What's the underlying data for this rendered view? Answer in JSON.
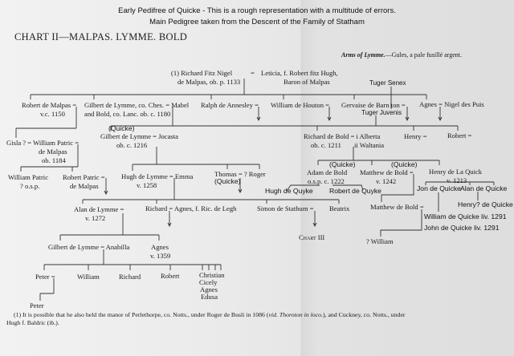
{
  "header": {
    "line1": "Early Pedifree of Quicke - This is a rough representation with a multitude of errors.",
    "line2": "Main Pedigree taken from the Descent of the Family of Statham"
  },
  "chart_title": "CHART II—MALPAS.  LYMME.  BOLD",
  "arms": {
    "label": "Arms of Lymme.",
    "text": "—Gules, a pale fusillé argent."
  },
  "people": {
    "richard_fitz_nigel": "(1) Richard Fitz Nigel",
    "richard_fitz_nigel_2": "de Malpas, ob. p. 1133",
    "eq1": "=",
    "leticia": "Leticia, f. Robert fitz Hugh,",
    "leticia_2": "Baron of Malpas",
    "tuger_senex": "Tuger Senex",
    "robert_de_malpas": "Robert de Malpas =",
    "robert_de_malpas_2": "v.c. 1150",
    "gilbert_mabel": "Gilbert de Lymme, co. Ches. = Mabel",
    "gilbert_mabel_2": "and Bold, co. Lanc. ob. c. 1180",
    "ralph": "Ralph de Annesley =",
    "william_houton": "William de Houton =",
    "gervaise": "Gervaise de Barn ton =",
    "tuger_juvenis": "Tuger Juvenis",
    "agnes_nigel": "Agnes = Nigel des Puis",
    "quicke_1": "(Quicke)",
    "gilbert_jocasta": "Gilbert de Lymme = Jocasta",
    "gilbert_jocasta_2": "ob. c. 1216",
    "richard_de_bold": "Richard de Bold = i Alberta",
    "richard_de_bold_2": "ob. c. 1211",
    "richard_de_bold_3": "ii Waltania",
    "henry": "Henry =",
    "robert": "Robert =",
    "gisla": "Gisla ? = William Patric =",
    "gisla_2": "de Malpas",
    "gisla_3": "ob. 1184",
    "william_patric": "William Patric",
    "william_patric_2": "? o.s.p.",
    "robert_patric": "Robert Patric =",
    "robert_patric_2": "de Malpas",
    "hugh_emma": "Hugh de Lymme = Emma",
    "hugh_emma_2": "v. 1258",
    "thomas": "Thomas = ? Roger",
    "thomas_2": "(Quicke)",
    "quicke_2": "(Quicke)",
    "adam_de_bold": "Adam de Bold",
    "adam_de_bold_2": "o.s.p. c. 1222",
    "quicke_3": "(Quicke)",
    "matthew_de_bold": "Matthew de Bold =",
    "matthew_de_bold_2": "v. 1242",
    "henry_la_quick": "Henry de La Quick",
    "henry_la_quick_2": "v. 1213",
    "hugh_de_quyke": "Hugh de Quyke",
    "robert_de_quyke": "Robert de Quyke",
    "jon_de_quicke": "Jon de Quicke",
    "alan_de_quicke": "Alan de Quicke",
    "henry_de_quicke": "Henry? de Quicke",
    "alan_de_lymme": "Alan de Lymme =",
    "alan_de_lymme_2": "v. 1272",
    "richard_agnes": "Richard = Agnes, f. Ric. de Legh",
    "simon": "Simon de Stathum =",
    "beatrix": "Beatrix",
    "matthew_de_bold_ii": "Matthew de Bold =",
    "william_de_quicke": "William de Quicke liv. 1291",
    "john_de_quicke": "John de Quicke liv. 1291",
    "chart_iii": "Chart III",
    "q_william": "? William",
    "gilbert_anabilla": "Gilbert de Lymme = Anabilla",
    "agnes_1359": "Agnes",
    "agnes_1359_2": "v. 1359",
    "peter": "Peter =",
    "william": "William",
    "richard": "Richard",
    "robert_2": "Robert",
    "christian": "Christian",
    "cicely": "Cicely",
    "agnes_2": "Agnes",
    "edusa": "Edusa",
    "peter_2": "Peter"
  },
  "footnote": {
    "line1a": "(1) It is possible that he also held the manor of Perlethorpe, co. Notts., under Roger de Busli in 1086 (",
    "line1b": "vid. Thoroton in loco.",
    "line1c": "), and Cuckney, co. Notts., under",
    "line2": "Hugh f. Baldric (ib.)."
  }
}
